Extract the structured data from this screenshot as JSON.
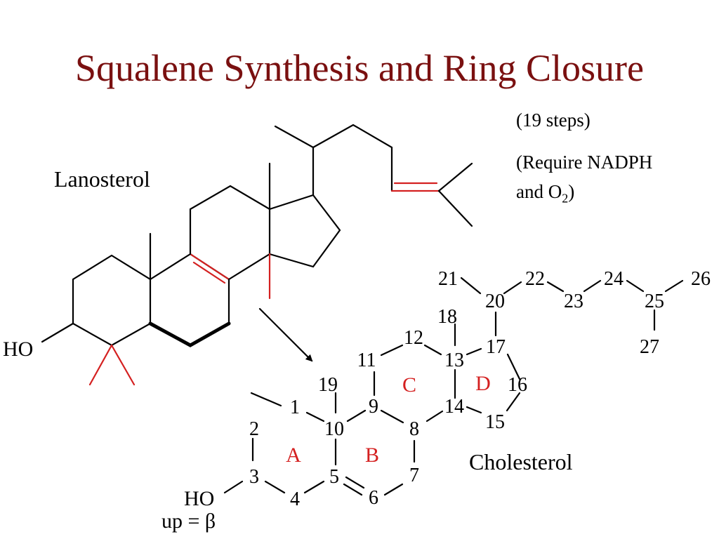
{
  "title": "Squalene Synthesis and Ring Closure",
  "notes": {
    "steps": "(19 steps)",
    "require_line1": "(Require NADPH",
    "require_line2_prefix": "and O",
    "require_line2_sub": "2",
    "require_line2_suffix": ")"
  },
  "lanosterol": {
    "name": "Lanosterol",
    "hydroxyl": "HO"
  },
  "cholesterol": {
    "name": "Cholesterol",
    "hydroxyl": "HO",
    "stereo_note": "up = β",
    "ring_labels": [
      "A",
      "B",
      "C",
      "D"
    ],
    "atom_numbers": [
      "1",
      "2",
      "3",
      "4",
      "5",
      "6",
      "7",
      "8",
      "9",
      "10",
      "11",
      "12",
      "13",
      "14",
      "15",
      "16",
      "17",
      "18",
      "19",
      "20",
      "21",
      "22",
      "23",
      "24",
      "25",
      "26",
      "27"
    ]
  },
  "colors": {
    "title": "#7a1010",
    "highlight": "#d42020",
    "text": "#000000",
    "background": "#ffffff"
  }
}
